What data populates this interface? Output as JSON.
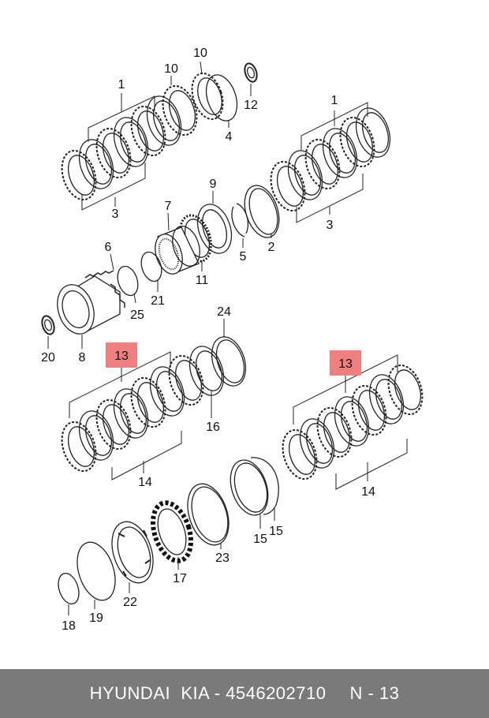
{
  "diagram": {
    "labels": {
      "l1a": "1",
      "l1b": "1",
      "l2": "2",
      "l3a": "3",
      "l3b": "3",
      "l4": "4",
      "l5": "5",
      "l6": "6",
      "l7": "7",
      "l8": "8",
      "l9": "9",
      "l10a": "10",
      "l10b": "10",
      "l11": "11",
      "l12": "12",
      "l13a": "13",
      "l13b": "13",
      "l14a": "14",
      "l14b": "14",
      "l15a": "15",
      "l15b": "15",
      "l16": "16",
      "l17": "17",
      "l18": "18",
      "l19": "19",
      "l20": "20",
      "l21": "21",
      "l22": "22",
      "l23": "23",
      "l24": "24",
      "l25": "25"
    },
    "highlight_color": "#f08080"
  },
  "footer": {
    "text": "HYUNDAI  KIA - 4546202710",
    "page": "N - 13"
  }
}
